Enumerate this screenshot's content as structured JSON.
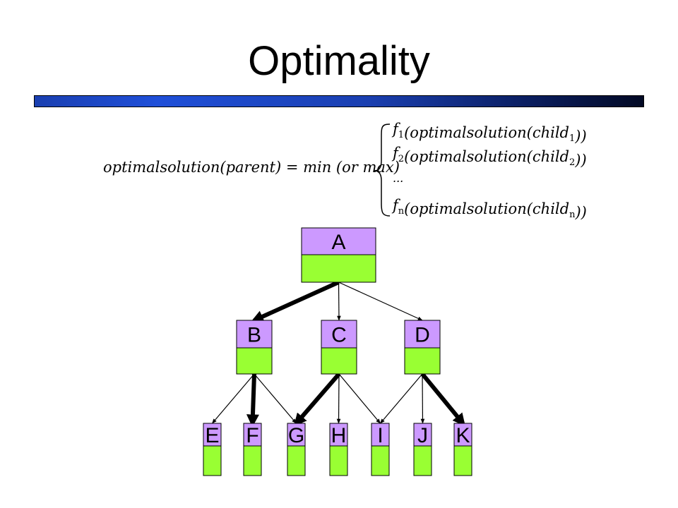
{
  "title": "Optimality",
  "colors": {
    "node_top": "#cc99ff",
    "node_bottom": "#99ff33",
    "title_bar_start": "#1f4fd8",
    "title_bar_end": "#020924"
  },
  "formula": {
    "lhs": "optimalsolution(parent) = min (or max)",
    "cases": [
      {
        "f": "f",
        "sub": "1",
        "body": "(optimalsolution(child",
        "csub": "1",
        "end": "))"
      },
      {
        "f": "f",
        "sub": "2",
        "body": "(optimalsolution(child",
        "csub": "2",
        "end": "))"
      },
      {
        "ellipsis": "..."
      },
      {
        "f": "f",
        "sub": "n",
        "body": "(optimalsolution(child",
        "csub": "n",
        "end": "))"
      }
    ]
  },
  "tree": {
    "nodes": {
      "A": "A",
      "B": "B",
      "C": "C",
      "D": "D",
      "E": "E",
      "F": "F",
      "G": "G",
      "H": "H",
      "I": "I",
      "J": "J",
      "K": "K"
    },
    "edges": [
      {
        "from": "A",
        "to": "B",
        "optimal": true
      },
      {
        "from": "A",
        "to": "C",
        "optimal": false
      },
      {
        "from": "A",
        "to": "D",
        "optimal": false
      },
      {
        "from": "B",
        "to": "E",
        "optimal": false
      },
      {
        "from": "B",
        "to": "F",
        "optimal": true
      },
      {
        "from": "B",
        "to": "G",
        "optimal": false
      },
      {
        "from": "C",
        "to": "G",
        "optimal": true
      },
      {
        "from": "C",
        "to": "H",
        "optimal": false
      },
      {
        "from": "C",
        "to": "I",
        "optimal": false
      },
      {
        "from": "D",
        "to": "I",
        "optimal": false
      },
      {
        "from": "D",
        "to": "J",
        "optimal": false
      },
      {
        "from": "D",
        "to": "K",
        "optimal": true
      }
    ]
  }
}
